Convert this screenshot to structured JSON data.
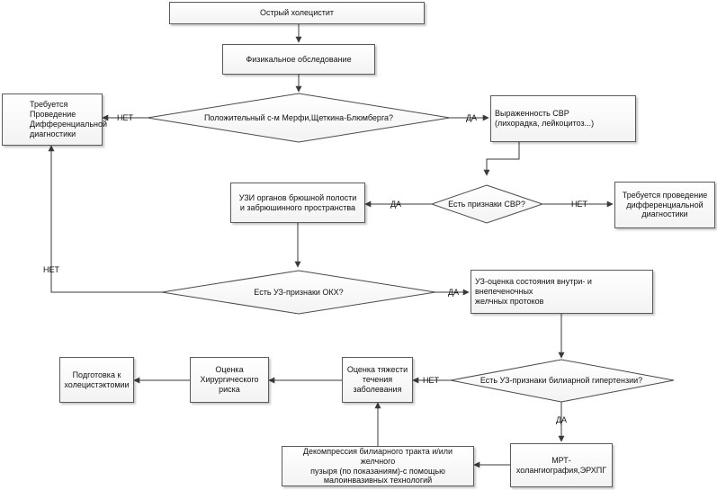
{
  "nodes": {
    "start": "Острый холецистит",
    "exam": "Физикальное обследование",
    "q_murphy": "Положительный с-м Мерфи,Щеткина-Блюмберга?",
    "diffdx_left": "Требуется\nПроведение\nДифференциальной\nдиагностики",
    "svr": "Выраженность СВР\n(лихорадка, лейкоцитоз...)",
    "q_svr": "Есть признаки СВР?",
    "diffdx_right": "Требуется проведение\nдифференциальной\nдиагностики",
    "us_abdomen": "УЗИ органов брюшной полости\nи забрюшинного пространства",
    "q_okh": "Есть УЗ-признаки ОКХ?",
    "us_ducts": "УЗ-оценка состояния внутри- и внепеченочных\nжелчных протоков",
    "q_biliary": "Есть УЗ-признаки билиарной гипертензии?",
    "severity": "Оценка тяжести\nтечения\nзаболевания",
    "surgical_risk": "Оценка\nХирургического\nриска",
    "prep": "Подготовка к\nхолецистэктомии",
    "decompression": "Декомпрессия билиарного тракта и/или желчного\nпузыря (по показаниям)-с помощью\nмалоинвазивных технологий",
    "mrt": "МРТ-\nхолангиография,ЭРХПГ"
  },
  "edge_labels": {
    "murphy_no": "НЕТ",
    "murphy_yes": "ДА",
    "svr_yes": "ДА",
    "svr_no": "НЕТ",
    "okh_no": "НЕТ",
    "okh_yes": "ДА",
    "biliary_no": "НЕТ",
    "biliary_yes": "ДА"
  }
}
